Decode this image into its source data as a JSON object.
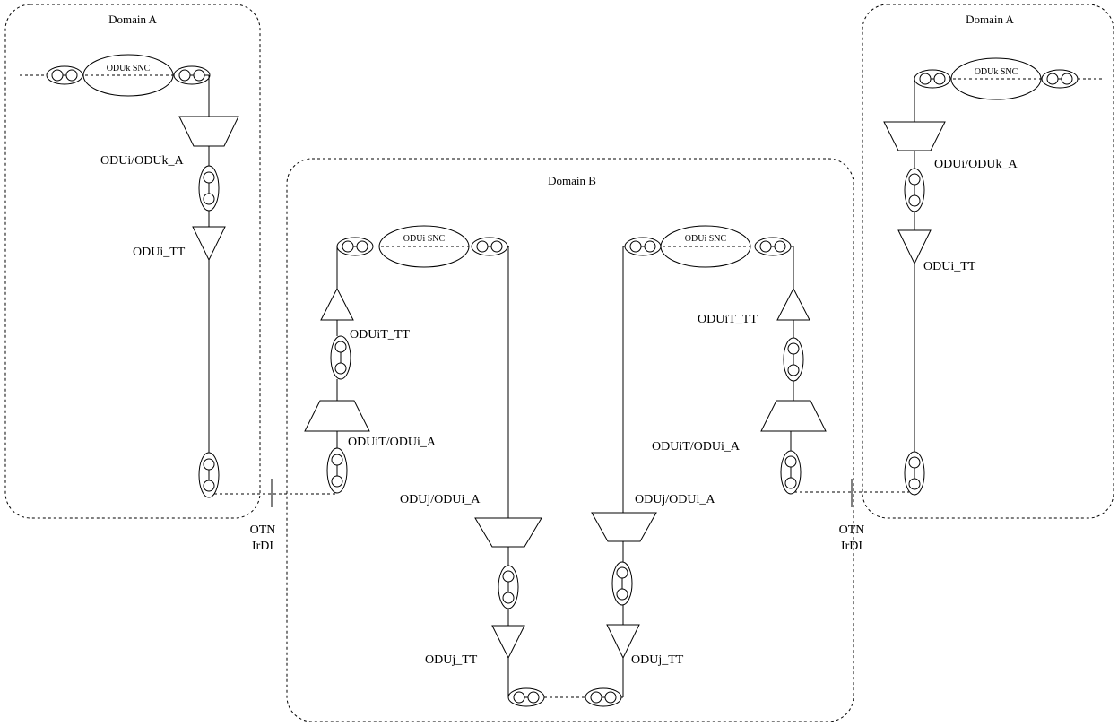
{
  "domains": {
    "left": "Domain A",
    "right": "Domain A",
    "center": "Domain B"
  },
  "snc": {
    "left": "ODUk SNC",
    "right": "ODUk SNC",
    "b_left": "ODUi SNC",
    "b_right": "ODUi SNC"
  },
  "labels": {
    "left_adapt": "ODUi/ODUk_A",
    "left_tt": "ODUi_TT",
    "right_adapt": "ODUi/ODUk_A",
    "right_tt": "ODUi_TT",
    "b_left_tcm_tt": "ODUiT_TT",
    "b_left_tcm_adapt": "ODUiT/ODUi_A",
    "b_right_tcm_tt": "ODUiT_TT",
    "b_right_tcm_adapt": "ODUiT/ODUi_A",
    "b_left_odj_adapt": "ODUj/ODUi_A",
    "b_right_odj_adapt": "ODUj/ODUi_A",
    "b_left_odj_tt": "ODUj_TT",
    "b_right_odj_tt": "ODUj_TT"
  },
  "irdi": {
    "left_line1": "OTN",
    "left_line2": "IrDI",
    "right_line1": "OTN",
    "right_line2": "IrDI"
  }
}
